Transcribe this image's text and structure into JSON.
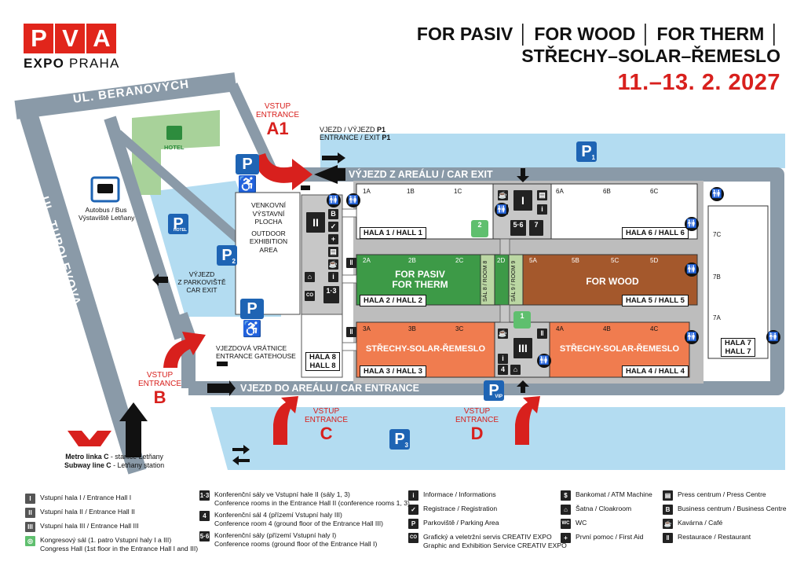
{
  "logo": {
    "letters": [
      "P",
      "V",
      "A"
    ],
    "sub_bold": "EXPO",
    "sub_normal": "PRAHA"
  },
  "header": {
    "line1": "FOR PASIV │ FOR WOOD │ FOR THERM │",
    "line2": "STŘECHY–SOLAR–ŘEMESLO",
    "dates": "11.–13. 2. 2027"
  },
  "streets": {
    "beranovych": "UL. BERANOVÝCH",
    "tupolevova": "UL. TUPOLEVOVA"
  },
  "roads": {
    "car_exit": "VÝJEZD Z AREÁLU / CAR EXIT",
    "car_entrance": "VJEZD DO AREÁLU / CAR ENTRANCE"
  },
  "bus": {
    "line1": "Autobus / Bus",
    "line2": "Výstaviště Letňany"
  },
  "hotel": "HOTEL",
  "vjezd_p1": {
    "line1": "VJEZD / VÝJEZD",
    "line1_bold": "P1",
    "line2": "ENTRANCE / EXIT",
    "line2_bold": "P1"
  },
  "parking": {
    "p1": "P",
    "p1_sub": "1",
    "p2": "P",
    "p2_sub": "2",
    "p3": "P",
    "p3_sub": "3",
    "hotel_p": "P",
    "hotel_p_sub": "HOTEL",
    "vip": "P",
    "vip_sub": "VIP"
  },
  "p2_exit": {
    "line1": "VÝJEZD",
    "line2": "Z PARKOVIŠTĚ",
    "line3": "CAR EXIT"
  },
  "outdoor": {
    "line1": "VENKOVNÍ",
    "line2": "VÝSTAVNÍ",
    "line3": "PLOCHA",
    "line4": "OUTDOOR",
    "line5": "EXHIBITION",
    "line6": "AREA"
  },
  "gatehouse": {
    "line1": "VJEZDOVÁ VRÁTNICE",
    "line2": "ENTRANCE GATEHOUSE"
  },
  "metro": {
    "line1": "Metro linka C",
    "line1_rest": " - stanice Letňany",
    "line2": "Subway line C",
    "line2_rest": " - Letňany station"
  },
  "entrances": [
    {
      "id": "A1",
      "top": "VSTUP",
      "mid": "ENTRANCE",
      "letter": "A1"
    },
    {
      "id": "B",
      "top": "VSTUP",
      "mid": "ENTRANCE",
      "letter": "B"
    },
    {
      "id": "C",
      "top": "VSTUP",
      "mid": "ENTRANCE",
      "letter": "C"
    },
    {
      "id": "D",
      "top": "VSTUP",
      "mid": "ENTRANCE",
      "letter": "D"
    }
  ],
  "halls": {
    "h1": {
      "label": "HALA 1 / HALL 1",
      "codes": [
        "1A",
        "1B",
        "1C"
      ]
    },
    "h6": {
      "label": "HALA 6 / HALL 6",
      "codes": [
        "6A",
        "6B",
        "6C"
      ]
    },
    "h2": {
      "label": "HALA 2 / HALL 2",
      "codes": [
        "2A",
        "2B",
        "2C"
      ],
      "name1": "FOR PASIV",
      "name2": "FOR THERM"
    },
    "h5": {
      "label": "HALA 5 / HALL 5",
      "codes": [
        "5A",
        "5B",
        "5C",
        "5D"
      ],
      "name": "FOR WOOD"
    },
    "h3": {
      "label": "HALA 3 / HALL 3",
      "codes": [
        "3A",
        "3B",
        "3C"
      ],
      "name": "STŘECHY-SOLAR-ŘEMESLO"
    },
    "h4": {
      "label": "HALA 4 / HALL 4",
      "codes": [
        "4A",
        "4B",
        "4C"
      ],
      "name": "STŘECHY-SOLAR-ŘEMESLO"
    },
    "h7": {
      "label1": "HALA 7",
      "label2": "HALL 7",
      "codes": [
        "7C",
        "7B",
        "7A"
      ]
    },
    "h8": {
      "label1": "HALA 8",
      "label2": "HALL 8"
    },
    "room8": "SÁL 8 / ROOM 8",
    "room9": "SÁL 9 / ROOM 9",
    "code_2d": "2D"
  },
  "legend": {
    "col1": [
      {
        "icon": "I",
        "text": "Vstupní hala I / Entrance Hall I"
      },
      {
        "icon": "II",
        "text": "Vstupní hala II / Entrance Hall II"
      },
      {
        "icon": "III",
        "text": "Vstupní hala III / Entrance Hall III"
      },
      {
        "icon": "◎",
        "text": "Kongresový sál (1. patro Vstupní haly I a III)",
        "text2": "Congress Hall (1st floor in the Entrance Hall I and III)"
      }
    ],
    "col2": [
      {
        "icon": "1·3",
        "text": "Konferenční sály ve Vstupní hale II (sály 1, 3)",
        "text2": "Conference rooms in the Entrance Hall II (conference rooms 1, 3)"
      },
      {
        "icon": "4",
        "text": "Konferenční sál 4 (přízemí Vstupní haly III)",
        "text2": "Conference room 4 (ground floor of the Entrance Hall III)"
      },
      {
        "icon": "5·6",
        "text": "Konferenční sály (přízemí Vstupní haly I)",
        "text2": "Conference rooms (ground floor of the Entrance Hall I)"
      }
    ],
    "col3": [
      {
        "icon": "i",
        "text": "Informace / Informations"
      },
      {
        "icon": "✓",
        "text": "Registrace / Registration"
      },
      {
        "icon": "P",
        "text": "Parkoviště / Parking Area"
      },
      {
        "icon": "CO",
        "text": "Grafický a veletržní servis CREATIV EXPO",
        "text2": "Graphic and Exhibition Service CREATIV EXPO"
      }
    ],
    "col4": [
      {
        "icon": "$",
        "text": "Bankomat / ATM Machine"
      },
      {
        "icon": "⌂",
        "text": "Šatna / Cloakroom"
      },
      {
        "icon": "WC",
        "text": "WC"
      },
      {
        "icon": "+",
        "text": "První pomoc / First Aid"
      }
    ],
    "col5": [
      {
        "icon": "▤",
        "text": "Press centrum / Press Centre"
      },
      {
        "icon": "B",
        "text": "Business centrum / Business Centre"
      },
      {
        "icon": "☕",
        "text": "Kavárna / Café"
      },
      {
        "icon": "‖",
        "text": "Restaurace / Restaurant"
      }
    ]
  },
  "colors": {
    "road": "#8a9aa8",
    "parking": "#b3dcf1",
    "pasiv": "#3d9a47",
    "wood": "#a4582c",
    "solar": "#f07c4f",
    "red": "#d8201d",
    "hotel": "#a8d29a"
  }
}
